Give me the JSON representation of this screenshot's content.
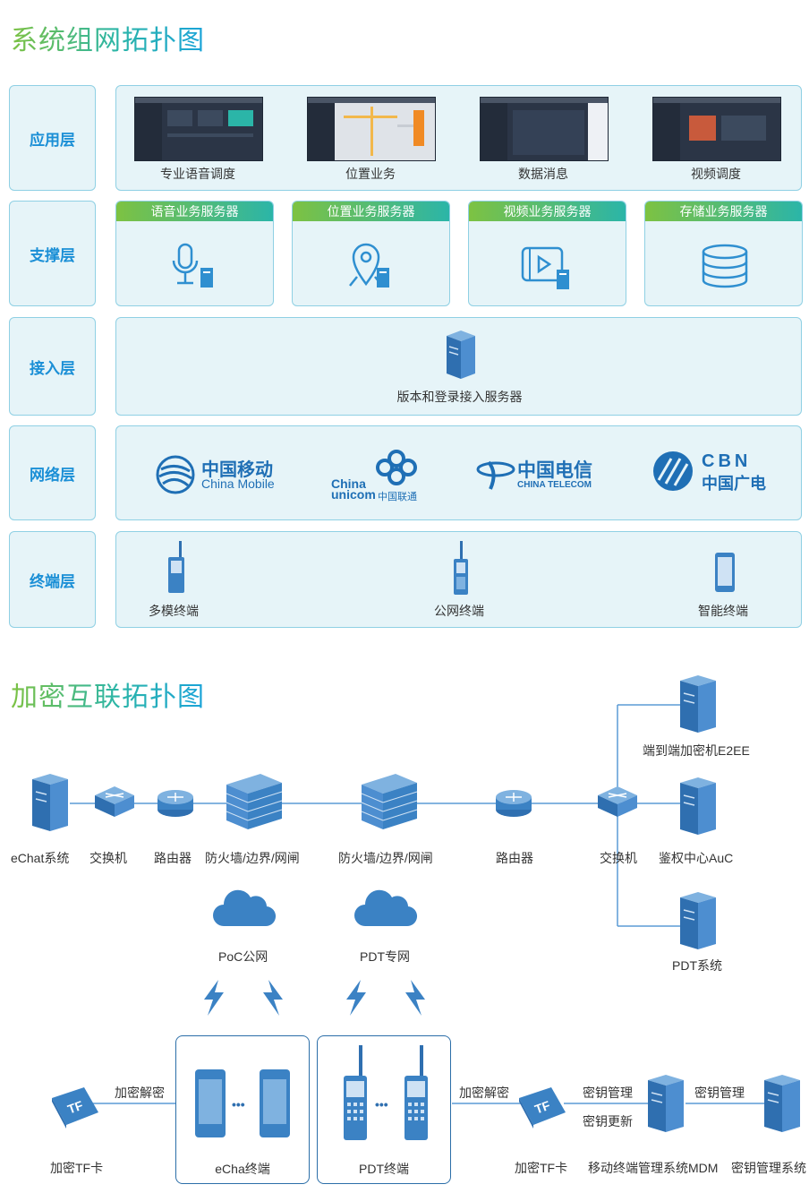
{
  "titles": {
    "system": "系统组网拓扑图",
    "encrypt": "加密互联拓扑图"
  },
  "layers": {
    "app": "应用层",
    "support": "支撑层",
    "access": "接入层",
    "network": "网络层",
    "terminal": "终端层"
  },
  "app_items": [
    "专业语音调度",
    "位置业务",
    "数据消息",
    "视频调度"
  ],
  "servers": [
    "语音业务服务器",
    "位置业务服务器",
    "视频业务服务器",
    "存储业务服务器"
  ],
  "access_server": "版本和登录接入服务器",
  "carriers": {
    "mobile_cn": "中国移动",
    "mobile_en": "China Mobile",
    "unicom_en1": "China",
    "unicom_en2": "unicom",
    "unicom_cn": "中国联通",
    "telecom_cn": "中国电信",
    "telecom_en": "CHINA TELECOM",
    "cbn_en": "CBN",
    "cbn_cn": "中国广电"
  },
  "terminals": [
    "多模终端",
    "公网终端",
    "智能终端"
  ],
  "topology": {
    "echat_system": "eChat系统",
    "switch_left": "交换机",
    "router_left": "路由器",
    "firewall_left": "防火墙/边界/网闸",
    "firewall_right": "防火墙/边界/网闸",
    "router_right": "路由器",
    "switch_right": "交换机",
    "e2ee": "端到端加密机E2EE",
    "auc": "鉴权中心AuC",
    "pdt_system": "PDT系统",
    "poc_net": "PoC公网",
    "pdt_net": "PDT专网",
    "encrypt_decrypt_left": "加密解密",
    "encrypt_decrypt_right": "加密解密",
    "tf_card_left": "加密TF卡",
    "tf_card_right": "加密TF卡",
    "echa_terminal": "eCha终端",
    "pdt_terminal": "PDT终端",
    "key_mgmt_1": "密钥管理",
    "key_update": "密钥更新",
    "key_mgmt_2": "密钥管理",
    "mdm": "移动终端管理系统MDM",
    "key_mgmt_system": "密钥管理系统",
    "tf_text": "TF",
    "ellipsis": "•••"
  },
  "colors": {
    "accent_blue": "#1b8fd6",
    "panel_bg": "#e6f4f8",
    "panel_border": "#8fd0e4",
    "green": "#7dc242",
    "device_blue": "#3b82c4"
  }
}
